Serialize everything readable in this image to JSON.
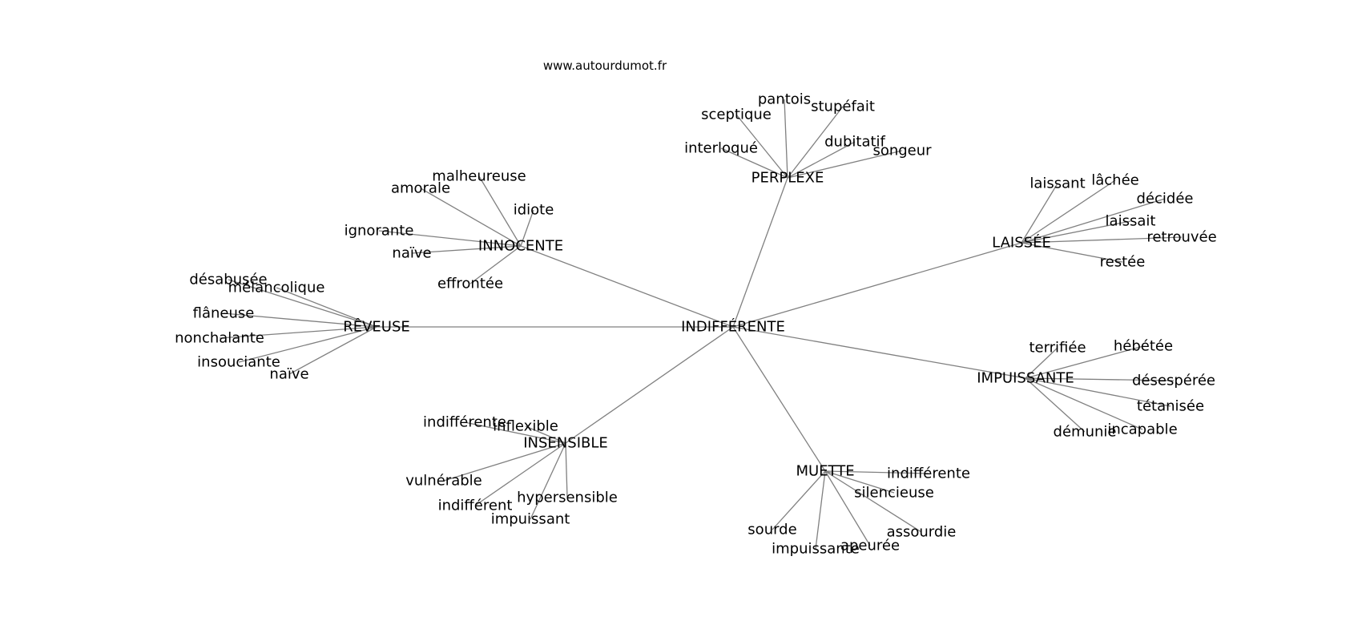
{
  "site": "www.autourdumot.fr",
  "center": "INDIFFÉRENTE",
  "clusters": [
    {
      "label": "PERPLEXE",
      "words": [
        "pantois",
        "sceptique",
        "stupéfait",
        "interloqué",
        "dubitatif",
        "songeur"
      ]
    },
    {
      "label": "INNOCENTE",
      "words": [
        "malheureuse",
        "amorale",
        "idiote",
        "ignorante",
        "naïve",
        "effrontée"
      ]
    },
    {
      "label": "RÊVEUSE",
      "words": [
        "désabusée",
        "mélancolique",
        "flâneuse",
        "nonchalante",
        "insouciante",
        "naïve"
      ]
    },
    {
      "label": "LAISSÉE",
      "words": [
        "laissant",
        "lâchée",
        "décidée",
        "laissait",
        "retrouvée",
        "restée"
      ]
    },
    {
      "label": "IMPUISSANTE",
      "words": [
        "terrifiée",
        "hébétée",
        "désespérée",
        "tétanisée",
        "incapable",
        "démunie"
      ]
    },
    {
      "label": "INSENSIBLE",
      "words": [
        "indifférente",
        "inflexible",
        "vulnérable",
        "indifférent",
        "hypersensible",
        "impuissant"
      ]
    },
    {
      "label": "MUETTE",
      "words": [
        "indifférente",
        "silencieuse",
        "sourde",
        "assourdie",
        "apeurée",
        "impuissante"
      ]
    }
  ]
}
